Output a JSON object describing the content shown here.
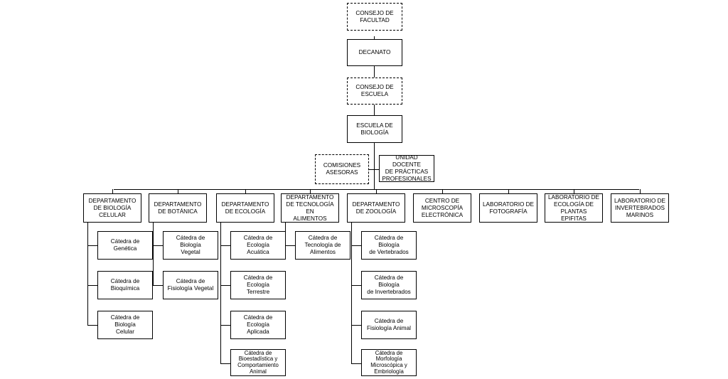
{
  "top": {
    "consejo_facultad": "CONSEJO DE\nFACULTAD",
    "decanato": "DECANATO",
    "consejo_escuela": "CONSEJO DE\nESCUELA",
    "escuela": "ESCUELA DE\nBIOLOGÍA",
    "comisiones": "COMISIONES\nASESORAS",
    "unidad_docente": "UNIDAD DOCENTE\nDE PRÁCTICAS\nPROFESIONALES"
  },
  "units": [
    {
      "label": "DEPARTAMENTO\nDE BIOLOGÍA\nCELULAR",
      "catedras": [
        "Cátedra de\nGenética",
        "Cátedra de\nBioquímica",
        "Cátedra de Biología\nCelular"
      ]
    },
    {
      "label": "DEPARTAMENTO\nDE BOTÁNICA",
      "catedras": [
        "Cátedra de Biología\nVegetal",
        "Cátedra de\nFisiología Vegetal"
      ]
    },
    {
      "label": "DEPARTAMENTO\nDE ECOLOGÍA",
      "catedras": [
        "Cátedra de Ecología\nAcuática",
        "Cátedra de Ecología\nTerrestre",
        "Cátedra de Ecología\nAplicada",
        "Cátedra de\nBioestadística y\nComportamiento\nAnimal"
      ]
    },
    {
      "label": "DEPARTAMENTO\nDE TECNOLOGÍA EN\nALIMENTOS",
      "catedras": [
        "Cátedra de\nTecnología de\nAlimentos"
      ]
    },
    {
      "label": "DEPARTAMENTO\nDE ZOOLOGÍA",
      "catedras": [
        "Cátedra de Biología\nde Vertebrados",
        "Cátedra de Biología\nde Invertebrados",
        "Cátedra de\nFisiología Animal",
        "Cátedra de\nMorfología\nMicroscópica y\nEmbriología"
      ]
    },
    {
      "label": "CENTRO DE\nMICROSCOPÍA\nELECTRÓNICA",
      "catedras": []
    },
    {
      "label": "LABORATORIO DE\nFOTOGRAFÍA",
      "catedras": []
    },
    {
      "label": "LABORATORIO DE\nECOLOGÍA DE\nPLANTAS EPIFITAS",
      "catedras": []
    },
    {
      "label": "LABORATORIO DE\nINVERTEBRADOS\nMARINOS",
      "catedras": []
    }
  ]
}
